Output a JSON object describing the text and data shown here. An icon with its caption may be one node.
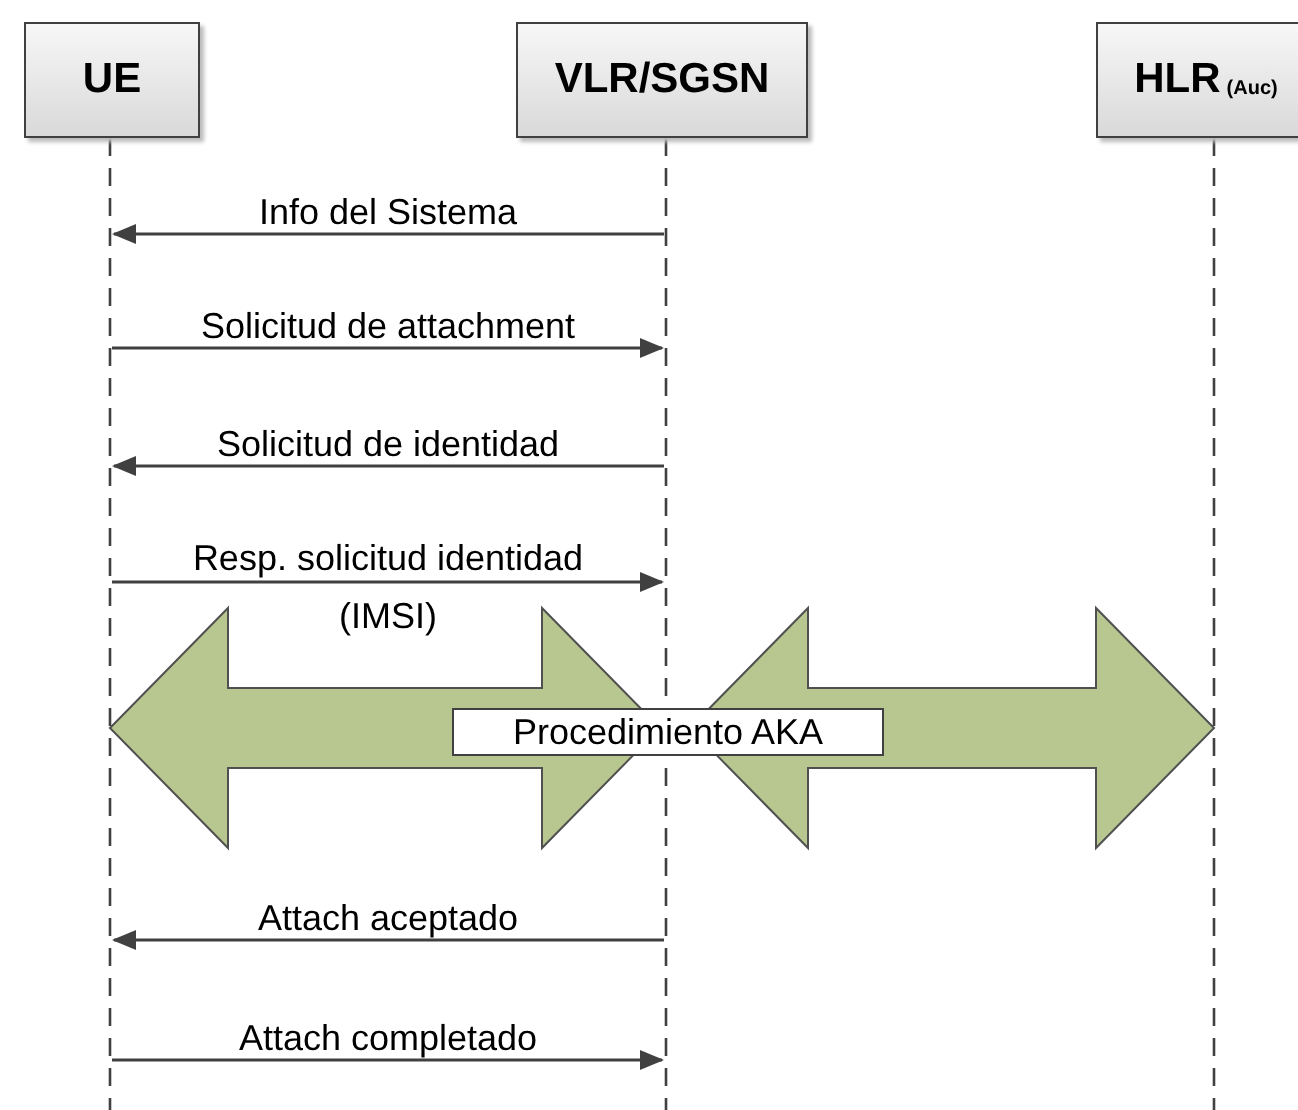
{
  "diagram": {
    "nodes": [
      {
        "text": [
          "UE"
        ]
      },
      {
        "text": [
          "VLR/SGSN"
        ]
      },
      {
        "text": [
          "HLR",
          "(Auc)"
        ]
      },
      {
        "text": [
          "Procedimiento AKA"
        ]
      }
    ],
    "edges": [
      {
        "from": 1,
        "to": 0,
        "arrow": "to",
        "label": "Info del Sistema"
      },
      {
        "from": 0,
        "to": 1,
        "arrow": "to",
        "label": "Solicitud de attachment"
      },
      {
        "from": 1,
        "to": 0,
        "arrow": "to",
        "label": "Solicitud de identidad"
      },
      {
        "from": 0,
        "to": 1,
        "arrow": "to",
        "label": "Resp. solicitud identidad (IMSI)"
      },
      {
        "from": 0,
        "to": 1,
        "arrow": "both",
        "style": "thick",
        "color": "#b8c78f"
      },
      {
        "from": 1,
        "to": 2,
        "arrow": "both",
        "style": "thick",
        "color": "#b8c78f"
      },
      {
        "from": 1,
        "to": 0,
        "arrow": "to",
        "label": "Attach aceptado"
      },
      {
        "from": 0,
        "to": 1,
        "arrow": "to",
        "label": "Attach completado"
      }
    ]
  }
}
